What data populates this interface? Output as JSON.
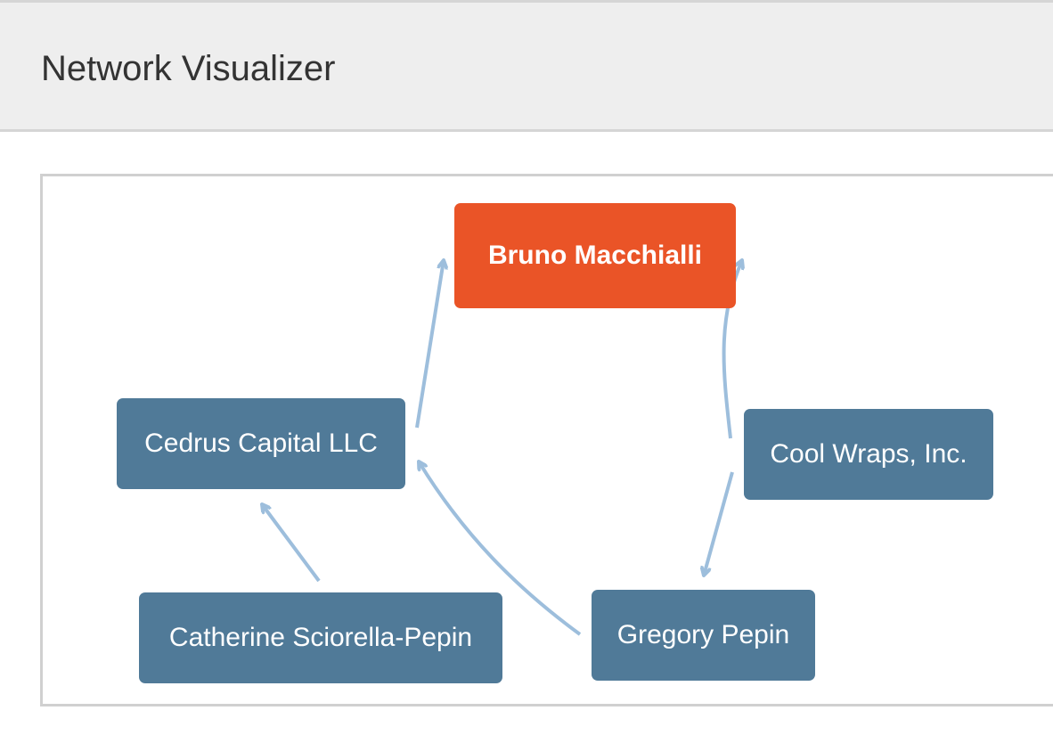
{
  "header": {
    "title": "Network Visualizer"
  },
  "graph": {
    "colors": {
      "focus_node": "#ea5427",
      "entity_node": "#507a98",
      "edge": "#9dbedc"
    },
    "nodes": [
      {
        "id": "bruno",
        "label": "Bruno Macchialli",
        "type": "focus"
      },
      {
        "id": "cedrus",
        "label": "Cedrus Capital LLC",
        "type": "entity"
      },
      {
        "id": "coolwraps",
        "label": "Cool Wraps, Inc.",
        "type": "entity"
      },
      {
        "id": "catherine",
        "label": "Catherine Sciorella-Pepin",
        "type": "entity"
      },
      {
        "id": "gregory",
        "label": "Gregory Pepin",
        "type": "entity"
      }
    ],
    "edges": [
      {
        "from": "cedrus",
        "to": "bruno"
      },
      {
        "from": "coolwraps",
        "to": "bruno"
      },
      {
        "from": "coolwraps",
        "to": "gregory"
      },
      {
        "from": "catherine",
        "to": "cedrus"
      },
      {
        "from": "gregory",
        "to": "cedrus"
      }
    ]
  }
}
